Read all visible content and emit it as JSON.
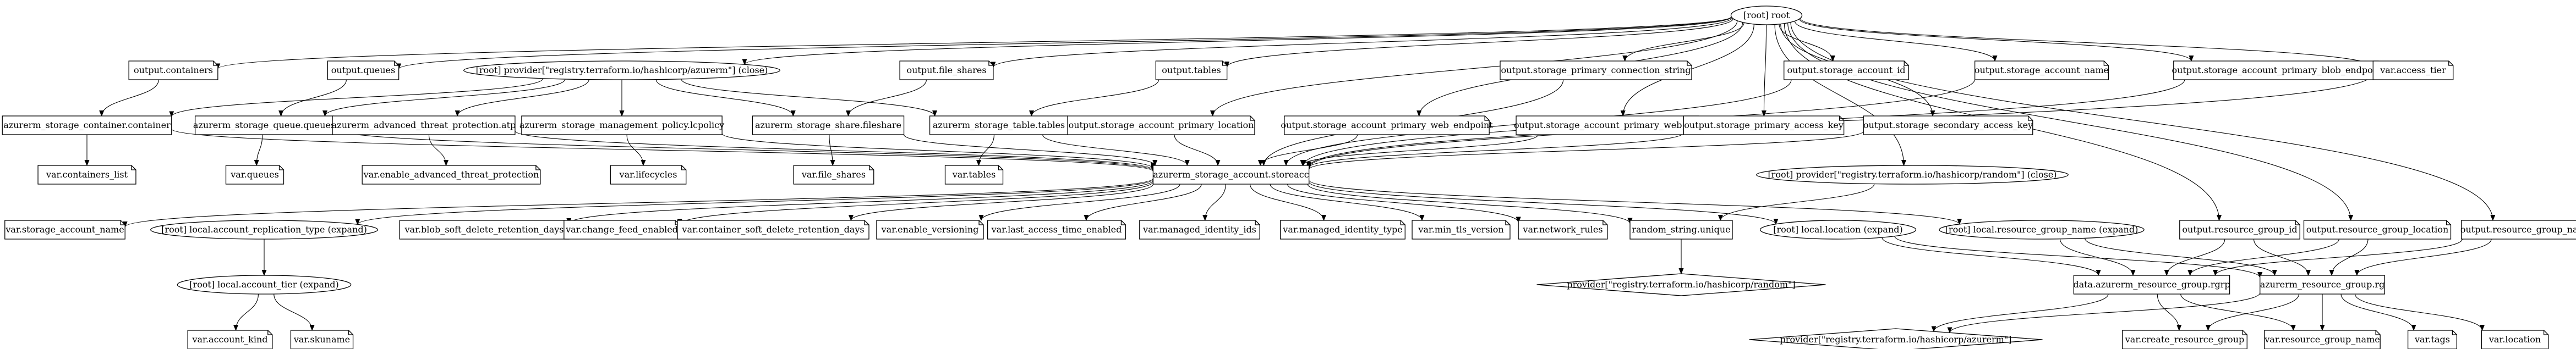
{
  "graph": {
    "nodes": [
      {
        "id": "root",
        "label": "[root] root",
        "shape": "ellipse"
      },
      {
        "id": "out_containers",
        "label": "output.containers",
        "shape": "note"
      },
      {
        "id": "out_queues",
        "label": "output.queues",
        "shape": "note"
      },
      {
        "id": "prov_azurerm_close",
        "label": "[root] provider[\"registry.terraform.io/hashicorp/azurerm\"] (close)",
        "shape": "ellipse"
      },
      {
        "id": "out_file_shares",
        "label": "output.file_shares",
        "shape": "note"
      },
      {
        "id": "out_tables",
        "label": "output.tables",
        "shape": "note"
      },
      {
        "id": "out_primary_conn",
        "label": "output.storage_primary_connection_string",
        "shape": "note"
      },
      {
        "id": "out_account_id",
        "label": "output.storage_account_id",
        "shape": "note"
      },
      {
        "id": "out_account_name",
        "label": "output.storage_account_name",
        "shape": "note"
      },
      {
        "id": "out_blob_endpoint",
        "label": "output.storage_account_primary_blob_endpoint",
        "shape": "note"
      },
      {
        "id": "var_access_tier",
        "label": "var.access_tier",
        "shape": "note"
      },
      {
        "id": "container",
        "label": "azurerm_storage_container.container",
        "shape": "box"
      },
      {
        "id": "queues",
        "label": "azurerm_storage_queue.queues",
        "shape": "box"
      },
      {
        "id": "atp",
        "label": "azurerm_advanced_threat_protection.atp",
        "shape": "box"
      },
      {
        "id": "lcpolicy",
        "label": "azurerm_storage_management_policy.lcpolicy",
        "shape": "box"
      },
      {
        "id": "fileshare",
        "label": "azurerm_storage_share.fileshare",
        "shape": "box"
      },
      {
        "id": "tables",
        "label": "azurerm_storage_table.tables",
        "shape": "box"
      },
      {
        "id": "out_primary_location",
        "label": "output.storage_account_primary_location",
        "shape": "note"
      },
      {
        "id": "out_web_endpoint",
        "label": "output.storage_account_primary_web_endpoint",
        "shape": "note"
      },
      {
        "id": "out_web_host",
        "label": "output.storage_account_primary_web_host",
        "shape": "note"
      },
      {
        "id": "out_primary_key",
        "label": "output.storage_primary_access_key",
        "shape": "note"
      },
      {
        "id": "out_secondary_key",
        "label": "output.storage_secondary_access_key",
        "shape": "note"
      },
      {
        "id": "var_containers_list",
        "label": "var.containers_list",
        "shape": "note"
      },
      {
        "id": "var_queues",
        "label": "var.queues",
        "shape": "note"
      },
      {
        "id": "var_atp",
        "label": "var.enable_advanced_threat_protection",
        "shape": "note"
      },
      {
        "id": "var_lifecycles",
        "label": "var.lifecycles",
        "shape": "note"
      },
      {
        "id": "var_file_shares",
        "label": "var.file_shares",
        "shape": "note"
      },
      {
        "id": "var_tables",
        "label": "var.tables",
        "shape": "note"
      },
      {
        "id": "storeacc",
        "label": "azurerm_storage_account.storeacc",
        "shape": "box"
      },
      {
        "id": "prov_random_close",
        "label": "[root] provider[\"registry.terraform.io/hashicorp/random\"] (close)",
        "shape": "ellipse"
      },
      {
        "id": "var_storage_account_name",
        "label": "var.storage_account_name",
        "shape": "note"
      },
      {
        "id": "repl_type",
        "label": "[root] local.account_replication_type (expand)",
        "shape": "ellipse"
      },
      {
        "id": "var_blob_soft",
        "label": "var.blob_soft_delete_retention_days",
        "shape": "note"
      },
      {
        "id": "var_change_feed",
        "label": "var.change_feed_enabled",
        "shape": "note"
      },
      {
        "id": "var_container_soft",
        "label": "var.container_soft_delete_retention_days",
        "shape": "note"
      },
      {
        "id": "var_versioning",
        "label": "var.enable_versioning",
        "shape": "note"
      },
      {
        "id": "var_last_access",
        "label": "var.last_access_time_enabled",
        "shape": "note"
      },
      {
        "id": "var_managed_ids",
        "label": "var.managed_identity_ids",
        "shape": "note"
      },
      {
        "id": "var_managed_type",
        "label": "var.managed_identity_type",
        "shape": "note"
      },
      {
        "id": "var_min_tls",
        "label": "var.min_tls_version",
        "shape": "note"
      },
      {
        "id": "var_network_rules",
        "label": "var.network_rules",
        "shape": "note"
      },
      {
        "id": "random_unique",
        "label": "random_string.unique",
        "shape": "box"
      },
      {
        "id": "local_location",
        "label": "[root] local.location (expand)",
        "shape": "ellipse"
      },
      {
        "id": "local_rg_name",
        "label": "[root] local.resource_group_name (expand)",
        "shape": "ellipse"
      },
      {
        "id": "out_rg_id",
        "label": "output.resource_group_id",
        "shape": "note"
      },
      {
        "id": "out_rg_location",
        "label": "output.resource_group_location",
        "shape": "note"
      },
      {
        "id": "out_rg_name",
        "label": "output.resource_group_name",
        "shape": "note"
      },
      {
        "id": "account_tier",
        "label": "[root] local.account_tier (expand)",
        "shape": "ellipse"
      },
      {
        "id": "prov_random",
        "label": "provider[\"registry.terraform.io/hashicorp/random\"]",
        "shape": "diamond"
      },
      {
        "id": "data_rgrp",
        "label": "data.azurerm_resource_group.rgrp",
        "shape": "box"
      },
      {
        "id": "rg",
        "label": "azurerm_resource_group.rg",
        "shape": "box"
      },
      {
        "id": "var_account_kind",
        "label": "var.account_kind",
        "shape": "note"
      },
      {
        "id": "var_skuname",
        "label": "var.skuname",
        "shape": "note"
      },
      {
        "id": "prov_azurerm",
        "label": "provider[\"registry.terraform.io/hashicorp/azurerm\"]",
        "shape": "diamond"
      },
      {
        "id": "var_create_rg",
        "label": "var.create_resource_group",
        "shape": "note"
      },
      {
        "id": "var_rg_name",
        "label": "var.resource_group_name",
        "shape": "note"
      },
      {
        "id": "var_tags",
        "label": "var.tags",
        "shape": "note"
      },
      {
        "id": "var_location",
        "label": "var.location",
        "shape": "note"
      }
    ],
    "edges": [
      [
        "root",
        "out_containers"
      ],
      [
        "root",
        "out_queues"
      ],
      [
        "root",
        "prov_azurerm_close"
      ],
      [
        "root",
        "out_file_shares"
      ],
      [
        "root",
        "out_tables"
      ],
      [
        "root",
        "out_primary_conn"
      ],
      [
        "root",
        "out_account_id"
      ],
      [
        "root",
        "out_account_name"
      ],
      [
        "root",
        "out_blob_endpoint"
      ],
      [
        "root",
        "var_access_tier"
      ],
      [
        "root",
        "out_primary_location"
      ],
      [
        "root",
        "out_web_endpoint"
      ],
      [
        "root",
        "out_web_host"
      ],
      [
        "root",
        "out_primary_key"
      ],
      [
        "root",
        "out_secondary_key"
      ],
      [
        "root",
        "prov_random_close"
      ],
      [
        "root",
        "out_rg_id"
      ],
      [
        "root",
        "out_rg_location"
      ],
      [
        "root",
        "out_rg_name"
      ],
      [
        "out_containers",
        "container"
      ],
      [
        "out_queues",
        "queues"
      ],
      [
        "out_file_shares",
        "fileshare"
      ],
      [
        "out_tables",
        "tables"
      ],
      [
        "prov_azurerm_close",
        "container"
      ],
      [
        "prov_azurerm_close",
        "queues"
      ],
      [
        "prov_azurerm_close",
        "atp"
      ],
      [
        "prov_azurerm_close",
        "lcpolicy"
      ],
      [
        "prov_azurerm_close",
        "fileshare"
      ],
      [
        "prov_azurerm_close",
        "tables"
      ],
      [
        "container",
        "var_containers_list"
      ],
      [
        "container",
        "storeacc"
      ],
      [
        "queues",
        "var_queues"
      ],
      [
        "queues",
        "storeacc"
      ],
      [
        "atp",
        "var_atp"
      ],
      [
        "atp",
        "storeacc"
      ],
      [
        "lcpolicy",
        "var_lifecycles"
      ],
      [
        "lcpolicy",
        "storeacc"
      ],
      [
        "fileshare",
        "var_file_shares"
      ],
      [
        "fileshare",
        "storeacc"
      ],
      [
        "tables",
        "var_tables"
      ],
      [
        "tables",
        "storeacc"
      ],
      [
        "out_primary_location",
        "storeacc"
      ],
      [
        "out_web_endpoint",
        "storeacc"
      ],
      [
        "out_web_host",
        "storeacc"
      ],
      [
        "out_primary_key",
        "storeacc"
      ],
      [
        "out_secondary_key",
        "storeacc"
      ],
      [
        "out_primary_conn",
        "storeacc"
      ],
      [
        "out_account_id",
        "storeacc"
      ],
      [
        "out_account_name",
        "storeacc"
      ],
      [
        "out_blob_endpoint",
        "storeacc"
      ],
      [
        "var_access_tier",
        "storeacc"
      ],
      [
        "storeacc",
        "var_storage_account_name"
      ],
      [
        "storeacc",
        "repl_type"
      ],
      [
        "storeacc",
        "var_blob_soft"
      ],
      [
        "storeacc",
        "var_change_feed"
      ],
      [
        "storeacc",
        "var_container_soft"
      ],
      [
        "storeacc",
        "var_versioning"
      ],
      [
        "storeacc",
        "var_last_access"
      ],
      [
        "storeacc",
        "var_managed_ids"
      ],
      [
        "storeacc",
        "var_managed_type"
      ],
      [
        "storeacc",
        "var_min_tls"
      ],
      [
        "storeacc",
        "var_network_rules"
      ],
      [
        "storeacc",
        "random_unique"
      ],
      [
        "storeacc",
        "local_location"
      ],
      [
        "storeacc",
        "local_rg_name"
      ],
      [
        "prov_random_close",
        "random_unique"
      ],
      [
        "random_unique",
        "prov_random"
      ],
      [
        "repl_type",
        "account_tier"
      ],
      [
        "account_tier",
        "var_account_kind"
      ],
      [
        "account_tier",
        "var_skuname"
      ],
      [
        "local_location",
        "data_rgrp"
      ],
      [
        "local_location",
        "rg"
      ],
      [
        "local_rg_name",
        "data_rgrp"
      ],
      [
        "local_rg_name",
        "rg"
      ],
      [
        "out_rg_id",
        "data_rgrp"
      ],
      [
        "out_rg_id",
        "rg"
      ],
      [
        "out_rg_location",
        "data_rgrp"
      ],
      [
        "out_rg_location",
        "rg"
      ],
      [
        "out_rg_name",
        "data_rgrp"
      ],
      [
        "out_rg_name",
        "rg"
      ],
      [
        "data_rgrp",
        "prov_azurerm"
      ],
      [
        "data_rgrp",
        "var_create_rg"
      ],
      [
        "data_rgrp",
        "var_rg_name"
      ],
      [
        "rg",
        "prov_azurerm"
      ],
      [
        "rg",
        "var_create_rg"
      ],
      [
        "rg",
        "var_rg_name"
      ],
      [
        "rg",
        "var_tags"
      ],
      [
        "rg",
        "var_location"
      ]
    ]
  }
}
